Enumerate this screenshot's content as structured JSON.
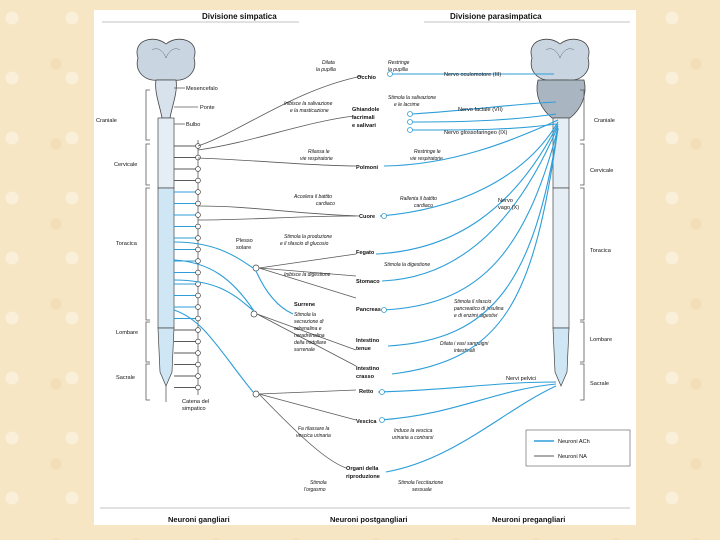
{
  "headers": {
    "sympathetic": "Divisione simpatica",
    "parasympathetic": "Divisione parasimpatica"
  },
  "footers": {
    "ganglionic": "Neuroni gangliari",
    "postganglionic": "Neuroni postgangliari",
    "preganglionic": "Neuroni pregangliari"
  },
  "regions_left": {
    "cranial": "Craniale",
    "cervical": "Cervicale",
    "thoracic": "Toracica",
    "lumbar": "Lombare",
    "sacral": "Sacrale"
  },
  "regions_right": {
    "cranial": "Craniale",
    "cervical": "Cervicale",
    "thoracic": "Toracica",
    "lumbar": "Lombare",
    "sacral": "Sacrale"
  },
  "brain_labels": {
    "midbrain": "Mesencefalo",
    "pons": "Ponte",
    "medulla": "Bulbo"
  },
  "sympathetic_labels": {
    "chain_line1": "Catena del",
    "chain_line2": "simpatico",
    "plexus_line1": "Plesso",
    "plexus_line2": "solare"
  },
  "organs": {
    "eye": "Occhio",
    "glands_line1": "Ghiandole",
    "glands_line2": "lacrimali",
    "glands_line3": "e salivari",
    "lungs": "Polmoni",
    "heart": "Cuore",
    "liver": "Fegato",
    "stomach": "Stomaco",
    "adrenal": "Surrene",
    "pancreas": "Pancreas",
    "small_int_line1": "Intestino",
    "small_int_line2": "tenue",
    "large_int_line1": "Intestino",
    "large_int_line2": "crasso",
    "rectum": "Retto",
    "bladder": "Vescica",
    "repro_line1": "Organi della",
    "repro_line2": "riproduzione"
  },
  "sympathetic_effects": {
    "eye_1": "Dilata",
    "eye_2": "la pupilla",
    "glands_1": "Inibisce la salivazione",
    "glands_2": "e la masticazione",
    "lungs_1": "Rilassa le",
    "lungs_2": "vie respiratorie",
    "heart_1": "Accelera il battito",
    "heart_2": "cardiaco",
    "liver_1": "Stimola la produzione",
    "liver_2": "e il rilascio di glucosio",
    "stomach_1": "Inibisce la digestione",
    "adrenal_1": "Stimola la",
    "adrenal_2": "secrezione di",
    "adrenal_3": "adrenalina e",
    "adrenal_4": "noradrenalina",
    "adrenal_5": "della midollare",
    "adrenal_6": "surrenale",
    "bladder_1": "Fa rilassare la",
    "bladder_2": "vescica urinaria",
    "repro_1": "Stimola",
    "repro_2": "l'orgasmo"
  },
  "parasympathetic_effects": {
    "eye_1": "Restringe",
    "eye_2": "la pupilla",
    "glands_1": "Stimola la salivazione",
    "glands_2": "e le lacrime",
    "lungs_1": "Restringe le",
    "lungs_2": "vie respiratorie",
    "heart_1": "Rallenta il battito",
    "heart_2": "cardiaco",
    "digest_1": "Stimola la digestione",
    "pancreas_1": "Stimola il rilascio",
    "pancreas_2": "pancreatico di insulina",
    "pancreas_3": "e di enzimi digestivi",
    "intestine_1": "Dilata i vasi sanguigni",
    "intestine_2": "intestinali",
    "bladder_1": "Induce la vescica",
    "bladder_2": "urinaria a contrarsi",
    "repro_1": "Stimola l'eccitazione",
    "repro_2": "sessuale"
  },
  "nerves": {
    "oculomotor": "Nervo oculomotore (III)",
    "facial": "Nervo faciale (VII)",
    "glossopharyngeal": "Nervo glossofaringeo (IX)",
    "vagus_1": "Nervo",
    "vagus_2": "vago (X)",
    "pelvic": "Nervi pelvici"
  },
  "legend": {
    "ach": "Neuroni ACh",
    "na": "Neuroni NA"
  },
  "colors": {
    "ach": "#2d9ed8",
    "na": "#5a5a5a",
    "spinal_cord": "#cfe6f5",
    "brain": "#c9d6e2"
  }
}
